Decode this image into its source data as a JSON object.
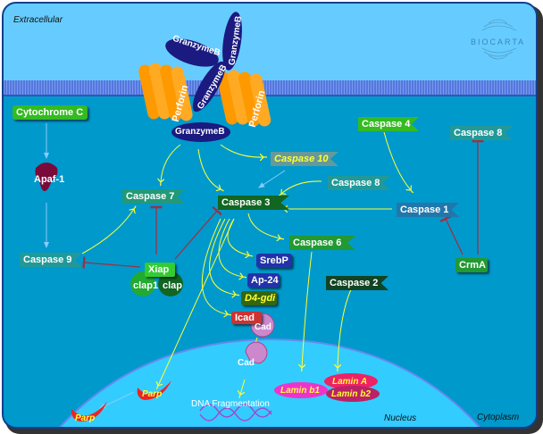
{
  "regions": {
    "extracellular": "Extracellular",
    "nucleus": "Nucleus",
    "cytoplasm": "Cytoplasm"
  },
  "logo": "BIOCARTA",
  "colors": {
    "extracellular": "#66ccff",
    "cytoplasm": "#0099cc",
    "nucleus": "#33ccff",
    "membrane": "#5577dd",
    "activation_arrow": "#ffff33",
    "inhibition": "#993344",
    "perforin": "#ff9900",
    "granzyme": "#1a1a80"
  },
  "molecules": {
    "granzyme_b": "GranzymeB",
    "perforin": "Perforin",
    "cytochrome_c": "Cytochrome C",
    "apaf1": "Apaf-1",
    "caspase7": "Caspase 7",
    "caspase3": "Caspase 3",
    "caspase10": "Caspase 10",
    "caspase8_center": "Caspase 8",
    "caspase4": "Caspase 4",
    "caspase8_right": "Caspase 8",
    "caspase1": "Caspase 1",
    "caspase9": "Caspase 9",
    "caspase6": "Caspase 6",
    "caspase2": "Caspase 2",
    "xiap": "Xiap",
    "ciap1": "clap1",
    "ciap": "clap",
    "crma": "CrmA",
    "srebp": "SrebP",
    "ap24": "Ap-24",
    "d4gdi": "D4-gdi",
    "icad": "Icad",
    "cad": "Cad",
    "parp": "Parp",
    "lamin_b1": "Lamin b1",
    "lamin_a": "Lamin A",
    "lamin_b2": "Lamin b2",
    "dna_fragmentation": "DNA Fragmentation"
  }
}
